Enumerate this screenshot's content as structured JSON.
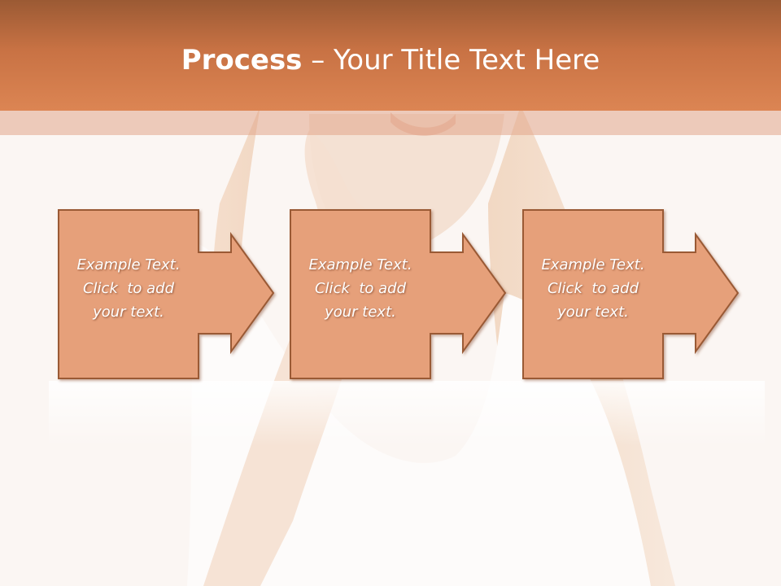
{
  "title": {
    "bold": "Process",
    "rest": " – Your Title Text Here"
  },
  "steps": [
    {
      "line1": "Example Text.",
      "line2": "Click  to add",
      "line3": "your text."
    },
    {
      "line1": "Example Text.",
      "line2": "Click  to add",
      "line3": "your text."
    },
    {
      "line1": "Example Text.",
      "line2": "Click  to add",
      "line3": "your text."
    }
  ],
  "colors": {
    "header": "#c87244",
    "box_fill": "#e6a07a",
    "box_border": "#a0603c",
    "background": "#faf5f2"
  }
}
